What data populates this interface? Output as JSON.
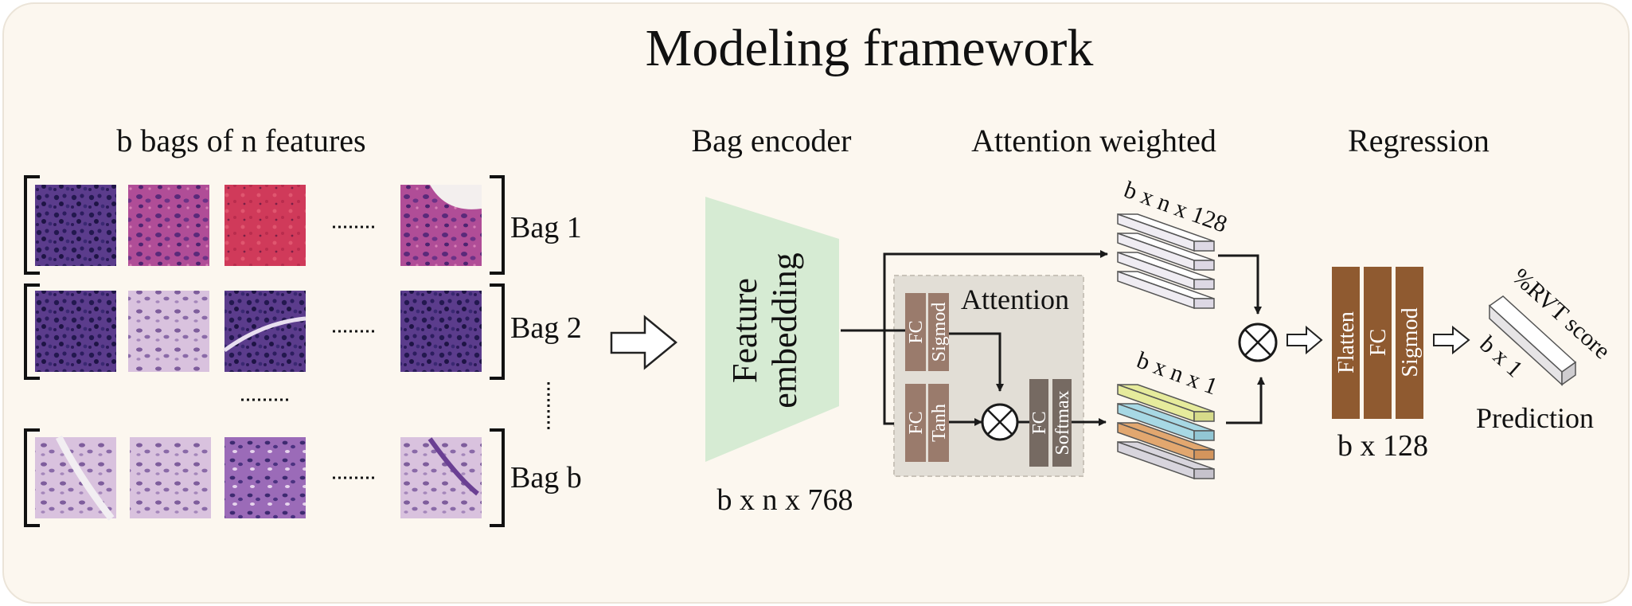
{
  "title": "Modeling framework",
  "input": {
    "heading": "b bags of n features",
    "bags": [
      {
        "label": "Bag 1"
      },
      {
        "label": "Bag 2"
      },
      {
        "label": "Bag b"
      }
    ]
  },
  "encoder": {
    "heading": "Bag encoder",
    "block_line1": "Feature",
    "block_line2": "embedding",
    "dim": "b x n x 768"
  },
  "attention": {
    "heading": "Attention weighted",
    "box_title": "Attention",
    "gate_fc": "FC",
    "gate_act": "Sigmod",
    "branch_fc": "FC",
    "branch_act": "Tanh",
    "out_fc": "FC",
    "out_act": "Softmax",
    "feat_dim": "b x n x 128",
    "weight_dim": "b x n x 1"
  },
  "regression": {
    "heading": "Regression",
    "layer1": "Flatten",
    "layer2": "FC",
    "layer3": "Sigmod",
    "dim": "b x 128",
    "out_dim": "b x 1",
    "out_label": "%RVT score",
    "prediction": "Prediction"
  },
  "colors": {
    "background": "#fcf7ef",
    "encoder_fill": "#d6ebd3",
    "attention_box": "#e2ded6",
    "attn_layer_light": "#9a7b6c",
    "attn_layer_dark": "#766a62",
    "regression_layer": "#8f5a30",
    "slab_yellow": "#e6eb9c",
    "slab_blue": "#a7d8e4",
    "slab_orange": "#e2a76f",
    "slab_grey": "#d8d5dd"
  }
}
